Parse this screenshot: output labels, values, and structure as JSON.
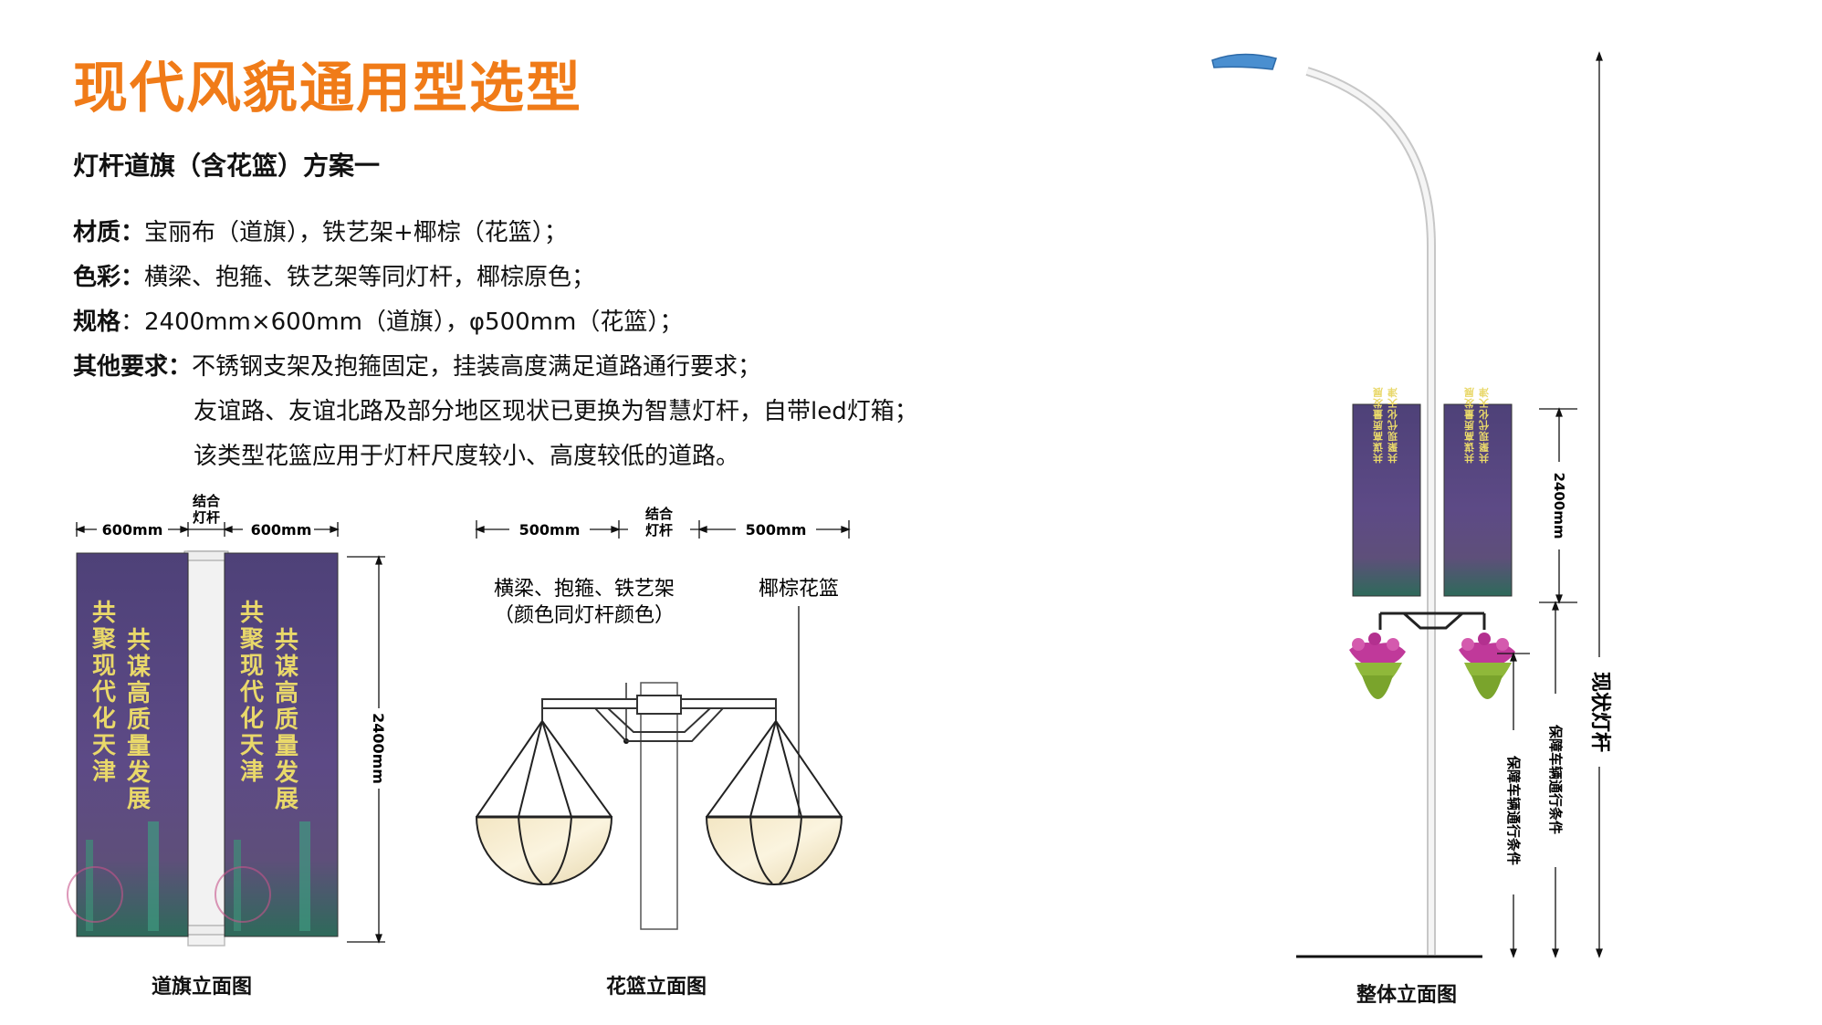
{
  "title": "现代风貌通用型选型",
  "subtitle": "灯杆道旗（含花篮）方案一",
  "specs": {
    "material_label": "材质：",
    "material_value": "宝丽布（道旗），铁艺架+椰棕（花篮）；",
    "color_label": "色彩：",
    "color_value": "横梁、抱箍、铁艺架等同灯杆，椰棕原色；",
    "size_label": "规格",
    "size_value": "：2400mm×600mm（道旗），φ500mm（花篮）；",
    "other_label": "其他要求：",
    "other_line1": "不锈钢支架及抱箍固定，挂装高度满足道路通行要求；",
    "other_line2": "友谊路、友谊北路及部分地区现状已更换为智慧灯杆，自带led灯箱；",
    "other_line3": "该类型花篮应用于灯杆尺度较小、高度较低的道路。"
  },
  "banner_elevation": {
    "dim_left": "600mm",
    "dim_center_line1": "结合",
    "dim_center_line2": "灯杆",
    "dim_right": "600mm",
    "dim_height": "2400mm",
    "banner_text_col1": "共聚现代化天津",
    "banner_text_col2": "共谋高质量发展",
    "caption": "道旗立面图"
  },
  "basket_elevation": {
    "dim_left": "500mm",
    "dim_center_line1": "结合",
    "dim_center_line2": "灯杆",
    "dim_right": "500mm",
    "label_frame_line1": "横梁、抱箍、铁艺架",
    "label_frame_line2": "（颜色同灯杆颜色）",
    "label_basket": "椰棕花篮",
    "caption": "花篮立面图"
  },
  "overall_elevation": {
    "dim_banner": "2400mm",
    "dim_clearance_inner": "保障车辆通行条件",
    "dim_clearance_outer": "保障车辆通行条件",
    "dim_total": "现状灯杆",
    "caption": "整体立面图"
  },
  "colors": {
    "title": "#f07b18",
    "banner_bg": "#5a4a82",
    "banner_text": "#e9d86a",
    "lamp_head": "#4a8fd0",
    "flower": "#c0399a",
    "foliage": "#8fb83a"
  }
}
